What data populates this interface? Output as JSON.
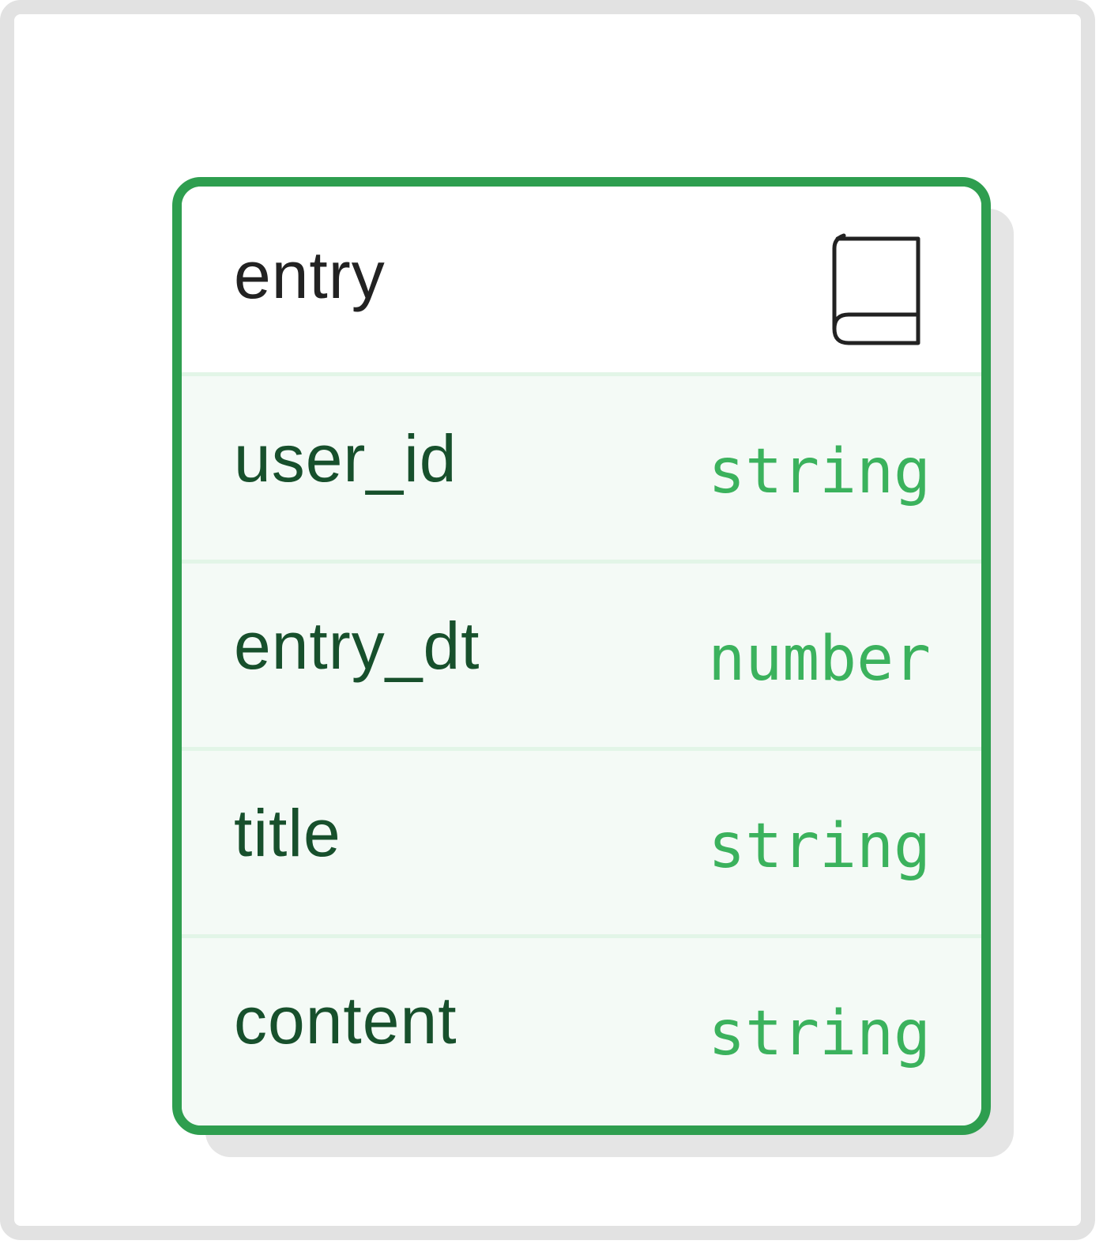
{
  "entity": {
    "name": "entry",
    "icon": "book-icon",
    "fields": [
      {
        "name": "user_id",
        "type": "string"
      },
      {
        "name": "entry_dt",
        "type": "number"
      },
      {
        "name": "title",
        "type": "string"
      },
      {
        "name": "content",
        "type": "string"
      }
    ]
  },
  "colors": {
    "border": "#2e9e4f",
    "row_background": "#f4faf6",
    "field_name": "#17502c",
    "field_type": "#3bb25d",
    "frame": "#e2e2e2"
  }
}
